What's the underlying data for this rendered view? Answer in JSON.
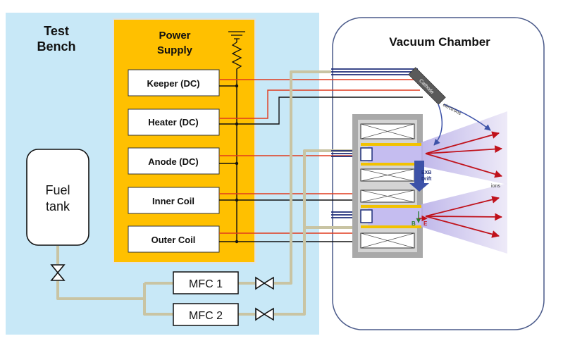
{
  "test_bench": {
    "title_line1": "Test",
    "title_line2": "Bench"
  },
  "power_supply": {
    "title_line1": "Power",
    "title_line2": "Supply",
    "items": [
      "Keeper (DC)",
      "Heater (DC)",
      "Anode (DC)",
      "Inner Coil",
      "Outer Coil"
    ]
  },
  "fuel_tank": {
    "line1": "Fuel",
    "line2": "tank"
  },
  "mfc": {
    "mfc1": "MFC 1",
    "mfc2": "MFC 2"
  },
  "vacuum_chamber": {
    "title": "Vacuum Chamber"
  },
  "thruster": {
    "cathode": "Cathode",
    "electrons": "electrons",
    "exb_line1": "EXB",
    "exb_line2": "Drift",
    "ions": "ions",
    "b_label": "B",
    "e_label": "E"
  },
  "colors": {
    "bench_bg": "#c8e8f7",
    "supply_bg": "#ffc000",
    "wire_red": "#e03a1e",
    "wire_black": "#111111",
    "gas_line": "#c9c4a3",
    "feed_navy": "#1f2e7a",
    "plume": "#d9d2ee",
    "arrow_red": "#c0121c",
    "arrow_blue": "#3d52a8"
  }
}
